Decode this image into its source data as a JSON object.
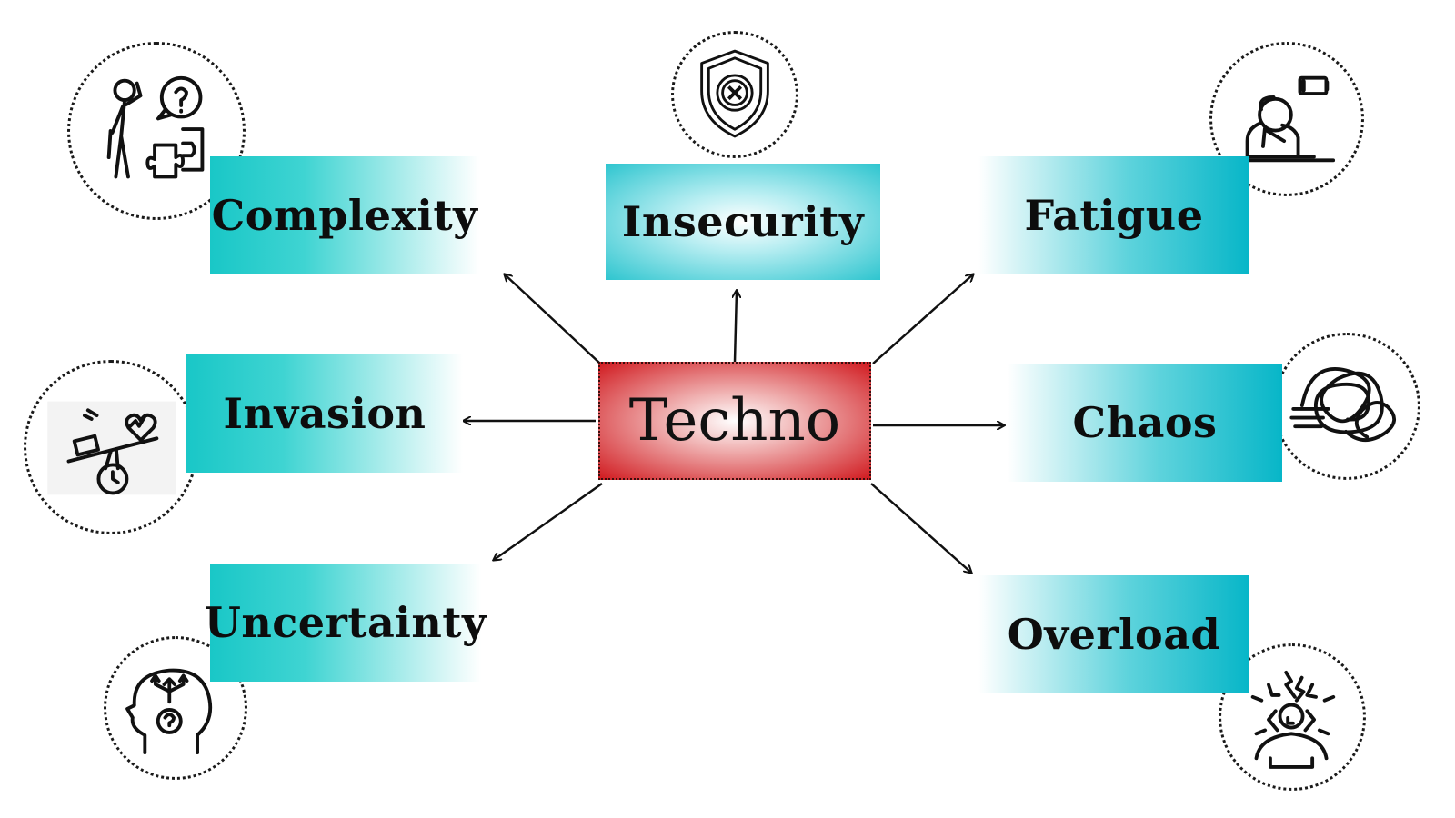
{
  "center": {
    "label": "Techno"
  },
  "nodes": {
    "complexity": {
      "label": "Complexity",
      "icon": "confused-person-puzzle-icon"
    },
    "insecurity": {
      "label": "Insecurity",
      "icon": "shield-x-icon"
    },
    "fatigue": {
      "label": "Fatigue",
      "icon": "tired-person-battery-icon"
    },
    "invasion": {
      "label": "Invasion",
      "icon": "work-life-balance-icon"
    },
    "chaos": {
      "label": "Chaos",
      "icon": "tangled-lines-icon"
    },
    "uncertainty": {
      "label": "Uncertainty",
      "icon": "head-question-arrows-icon"
    },
    "overload": {
      "label": "Overload",
      "icon": "stressed-person-lightning-icon"
    }
  },
  "colors": {
    "teal": "#19c7c7",
    "teal_dark": "#07b6c8",
    "red": "#d11d22",
    "ink": "#111111"
  }
}
